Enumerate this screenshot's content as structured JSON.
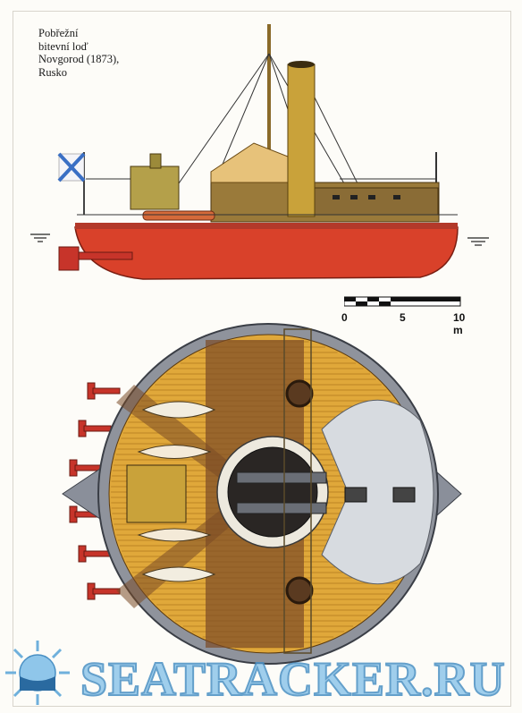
{
  "caption": {
    "line1": "Pobřežní",
    "line2": "bitevní loď",
    "line3": "Novgorod (1873),",
    "line4": "Rusko"
  },
  "scale": {
    "label_0": "0",
    "label_5": "5",
    "label_10": "10 m"
  },
  "watermark": {
    "text": "SEATRACKER.RU"
  },
  "colors": {
    "hull_red": "#d9412a",
    "deck_yellow": "#e0a83a",
    "funnel_brass": "#c9a23a",
    "flag_blue": "#3a6fc4",
    "watermark_blue": "#8fc6ea"
  },
  "icons": {
    "flag": "st-andrew-flag-icon",
    "logo": "sun-logo-icon"
  }
}
